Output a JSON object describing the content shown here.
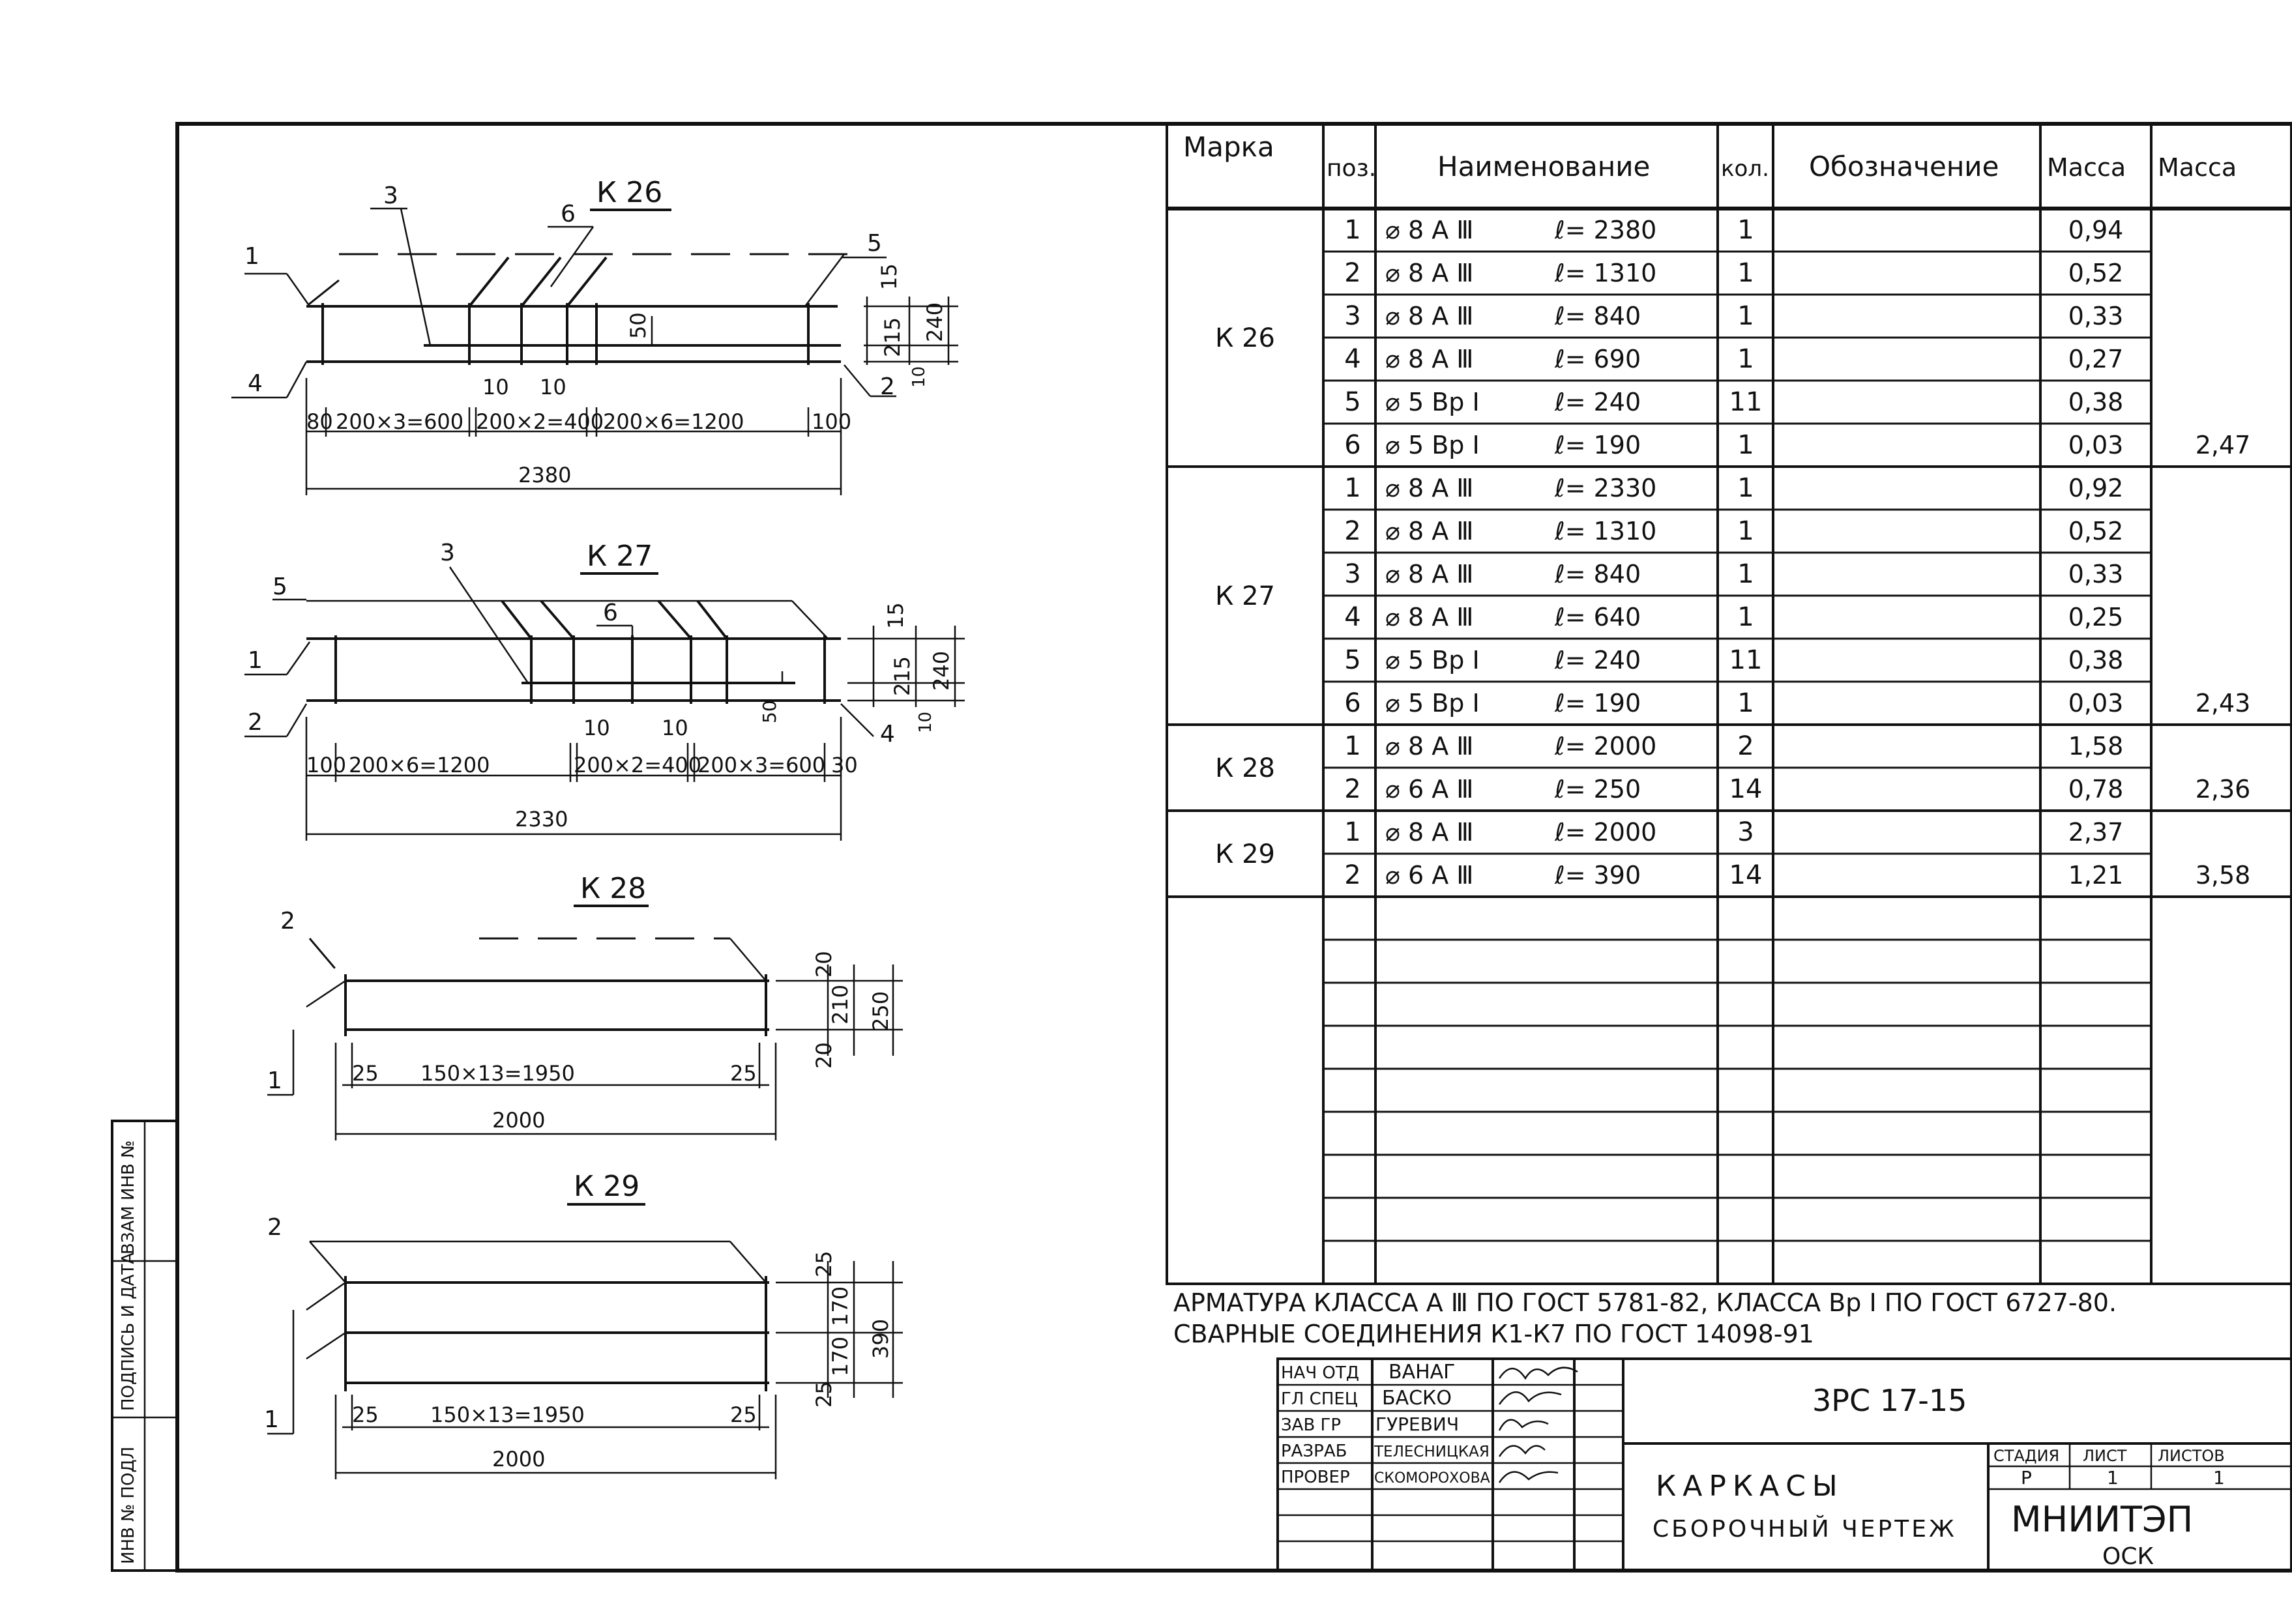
{
  "drawings": {
    "k26": {
      "title": "К 26",
      "labels": [
        "1",
        "3",
        "6",
        "5",
        "4",
        "2"
      ],
      "dims": [
        "15",
        "50",
        "215",
        "240",
        "10",
        "80",
        "200×3=600",
        "10",
        "10",
        "200×2=400",
        "200×6=1200",
        "100",
        "2380"
      ]
    },
    "k27": {
      "title": "К 27",
      "labels": [
        "3",
        "5",
        "6",
        "1",
        "2",
        "4"
      ],
      "dims": [
        "15",
        "215",
        "240",
        "10",
        "50",
        "10",
        "10",
        "100",
        "200×6=1200",
        "200×2=400",
        "200×3=600",
        "30",
        "2330"
      ]
    },
    "k28": {
      "title": "К 28",
      "labels": [
        "2",
        "1"
      ],
      "dims": [
        "20",
        "210",
        "250",
        "20",
        "25",
        "150×13=1950",
        "25",
        "2000"
      ]
    },
    "k29": {
      "title": "К 29",
      "labels": [
        "2",
        "1"
      ],
      "dims": [
        "25",
        "170",
        "170",
        "25",
        "390",
        "25",
        "150×13=1950",
        "25",
        "2000"
      ]
    }
  },
  "spec": {
    "headers": [
      "Марка",
      "поз.",
      "Наименование",
      "кол.",
      "Обозначение",
      "Масса",
      "Масса"
    ],
    "groups": [
      {
        "mark": "К 26",
        "total": "2,47",
        "rows": [
          {
            "pos": "1",
            "dia": "⌀ 8 А Ⅲ",
            "len": "ℓ= 2380",
            "qty": "1",
            "mass": "0,94"
          },
          {
            "pos": "2",
            "dia": "⌀ 8 А Ⅲ",
            "len": "ℓ= 1310",
            "qty": "1",
            "mass": "0,52"
          },
          {
            "pos": "3",
            "dia": "⌀ 8 А Ⅲ",
            "len": "ℓ= 840",
            "qty": "1",
            "mass": "0,33"
          },
          {
            "pos": "4",
            "dia": "⌀ 8 А Ⅲ",
            "len": "ℓ= 690",
            "qty": "1",
            "mass": "0,27"
          },
          {
            "pos": "5",
            "dia": "⌀ 5 Вр Ⅰ",
            "len": "ℓ= 240",
            "qty": "11",
            "mass": "0,38"
          },
          {
            "pos": "6",
            "dia": "⌀ 5 Вр Ⅰ",
            "len": "ℓ= 190",
            "qty": "1",
            "mass": "0,03"
          }
        ]
      },
      {
        "mark": "К 27",
        "total": "2,43",
        "rows": [
          {
            "pos": "1",
            "dia": "⌀ 8 А Ⅲ",
            "len": "ℓ= 2330",
            "qty": "1",
            "mass": "0,92"
          },
          {
            "pos": "2",
            "dia": "⌀ 8 А Ⅲ",
            "len": "ℓ= 1310",
            "qty": "1",
            "mass": "0,52"
          },
          {
            "pos": "3",
            "dia": "⌀ 8 А Ⅲ",
            "len": "ℓ= 840",
            "qty": "1",
            "mass": "0,33"
          },
          {
            "pos": "4",
            "dia": "⌀ 8 А Ⅲ",
            "len": "ℓ= 640",
            "qty": "1",
            "mass": "0,25"
          },
          {
            "pos": "5",
            "dia": "⌀ 5 Вр Ⅰ",
            "len": "ℓ= 240",
            "qty": "11",
            "mass": "0,38"
          },
          {
            "pos": "6",
            "dia": "⌀ 5 Вр Ⅰ",
            "len": "ℓ= 190",
            "qty": "1",
            "mass": "0,03"
          }
        ]
      },
      {
        "mark": "К 28",
        "total": "2,36",
        "rows": [
          {
            "pos": "1",
            "dia": "⌀ 8 А Ⅲ",
            "len": "ℓ= 2000",
            "qty": "2",
            "mass": "1,58"
          },
          {
            "pos": "2",
            "dia": "⌀ 6 А Ⅲ",
            "len": "ℓ= 250",
            "qty": "14",
            "mass": "0,78"
          }
        ]
      },
      {
        "mark": "К 29",
        "total": "3,58",
        "rows": [
          {
            "pos": "1",
            "dia": "⌀ 8 А Ⅲ",
            "len": "ℓ= 2000",
            "qty": "3",
            "mass": "2,37"
          },
          {
            "pos": "2",
            "dia": "⌀ 6 А Ⅲ",
            "len": "ℓ= 390",
            "qty": "14",
            "mass": "1,21"
          }
        ]
      }
    ]
  },
  "notes": [
    "АРМАТУРА КЛАССА А Ⅲ ПО ГОСТ 5781-82, КЛАССА Вр Ⅰ ПО ГОСТ 6727-80.",
    "СВАРНЫЕ СОЕДИНЕНИЯ К1-К7 ПО ГОСТ 14098-91"
  ],
  "title_block": {
    "roles": [
      "НАЧ ОТД",
      "ГЛ СПЕЦ",
      "ЗАВ ГР",
      "РАЗРАБ",
      "ПРОВЕР"
    ],
    "names": [
      "ВАНАГ",
      "БАСКО",
      "ГУРЕВИЧ",
      "ТЕЛЕСНИЦКАЯ",
      "СКОМОРОХОВА"
    ],
    "code": "3РС 17-15",
    "name_line1": "КАРКАСЫ",
    "name_line2": "СБОРОЧНЫЙ ЧЕРТЕЖ",
    "stage_label": "СТАДИЯ",
    "sheet_label": "ЛИСТ",
    "sheets_label": "ЛИСТОВ",
    "stage": "Р",
    "sheet": "1",
    "sheets": "1",
    "org1": "МНИИТЭП",
    "org2": "ОСК"
  },
  "side_stamp": [
    "ИНВ № ПОДЛ",
    "ПОДПИСЬ И ДАТА",
    "ВЗАМ ИНВ №"
  ]
}
